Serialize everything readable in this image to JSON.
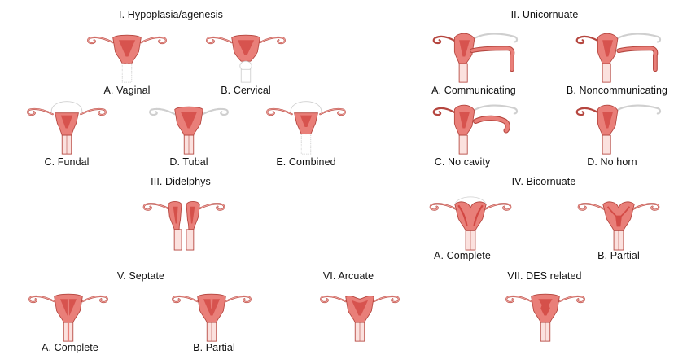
{
  "colors": {
    "muscle": "#e97f79",
    "outline": "#b5463f",
    "lumen": "#c8302c",
    "absent": "#cfcfcf"
  },
  "groups": {
    "hypoplasia": {
      "title": "I. Hypoplasia/agenesis",
      "items": [
        "A. Vaginal",
        "B. Cervical",
        "C. Fundal",
        "D. Tubal",
        "E. Combined"
      ]
    },
    "unicornuate": {
      "title": "II. Unicornuate",
      "items": [
        "A. Communicating",
        "B. Noncommunicating",
        "C. No cavity",
        "D. No horn"
      ]
    },
    "didelphys": {
      "title": "III. Didelphys"
    },
    "bicornuate": {
      "title": "IV. Bicornuate",
      "items": [
        "A. Complete",
        "B. Partial"
      ]
    },
    "septate": {
      "title": "V. Septate",
      "items": [
        "A. Complete",
        "B. Partial"
      ]
    },
    "arcuate": {
      "title": "VI. Arcuate"
    },
    "des": {
      "title": "VII. DES related"
    }
  }
}
